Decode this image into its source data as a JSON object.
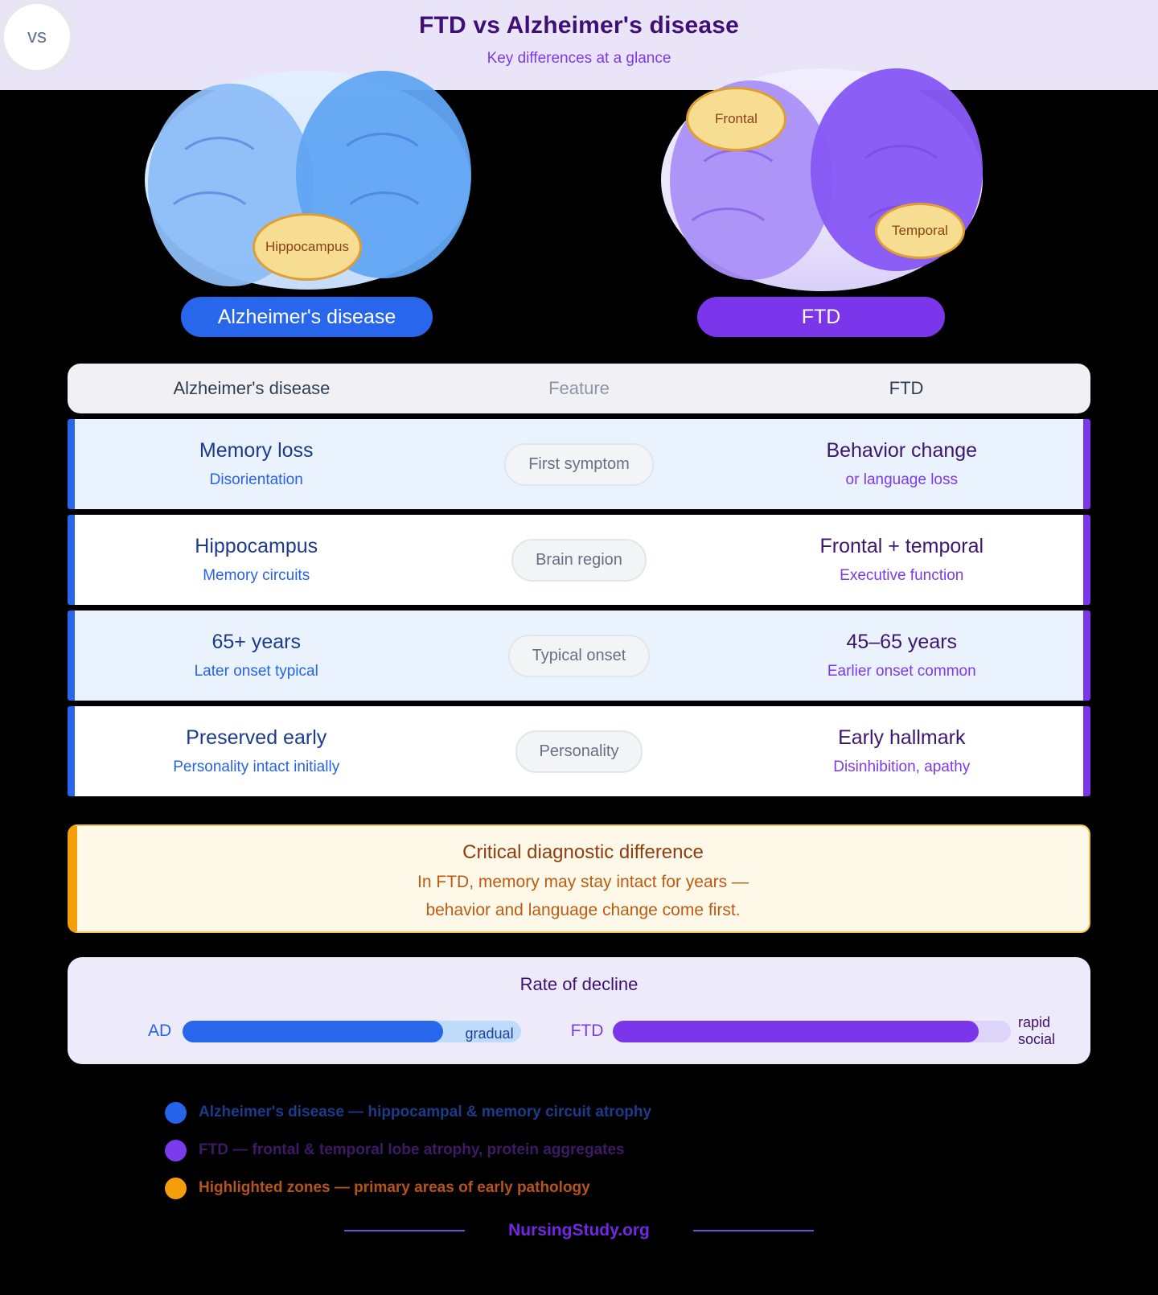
{
  "header": {
    "title": "FTD vs Alzheimer's disease",
    "subtitle": "Key differences at a glance"
  },
  "brains": {
    "vs_label": "vs",
    "left": {
      "button_label": "Alzheimer's disease",
      "zone_hippocampus": "Hippocampus"
    },
    "right": {
      "button_label": "FTD",
      "zone_frontal": "Frontal",
      "zone_temporal": "Temporal"
    }
  },
  "table": {
    "header": {
      "left": "Alzheimer's disease",
      "center": "Feature",
      "right": "FTD"
    },
    "rows": [
      {
        "left_main": "Memory loss",
        "left_sub": "Disorientation",
        "feature": "First symptom",
        "right_main": "Behavior change",
        "right_sub": "or language loss"
      },
      {
        "left_main": "Hippocampus",
        "left_sub": "Memory circuits",
        "feature": "Brain region",
        "right_main": "Frontal + temporal",
        "right_sub": "Executive function"
      },
      {
        "left_main": "65+ years",
        "left_sub": "Later onset typical",
        "feature": "Typical onset",
        "right_main": "45–65 years",
        "right_sub": "Earlier onset common"
      },
      {
        "left_main": "Preserved early",
        "left_sub": "Personality intact initially",
        "feature": "Personality",
        "right_main": "Early hallmark",
        "right_sub": "Disinhibition, apathy"
      }
    ]
  },
  "callout": {
    "title": "Critical diagnostic difference",
    "line1": "In FTD, memory may stay intact for years —",
    "line2": "behavior and language change come first."
  },
  "decline": {
    "title": "Rate of decline",
    "ad_label": "AD",
    "ad_note": "gradual",
    "ad_fill_pct": 77,
    "ftd_label": "FTD",
    "ftd_note": "rapid social",
    "ftd_fill_pct": 92
  },
  "legend": [
    {
      "text": "Alzheimer's disease — hippocampal & memory circuit atrophy"
    },
    {
      "text": "FTD — frontal & temporal lobe atrophy, protein aggregates"
    },
    {
      "text": "Highlighted zones — primary areas of early pathology"
    }
  ],
  "footer": {
    "brand": "NursingStudy.org"
  },
  "colors": {
    "ad_blue": "#2563eb",
    "ftd_purple": "#7c3aed",
    "highlight_orange": "#f59e0b",
    "header_band": "#e9e4f7",
    "row_alt_blue": "#e9f2fd",
    "callout_bg": "#fdf8e8"
  }
}
